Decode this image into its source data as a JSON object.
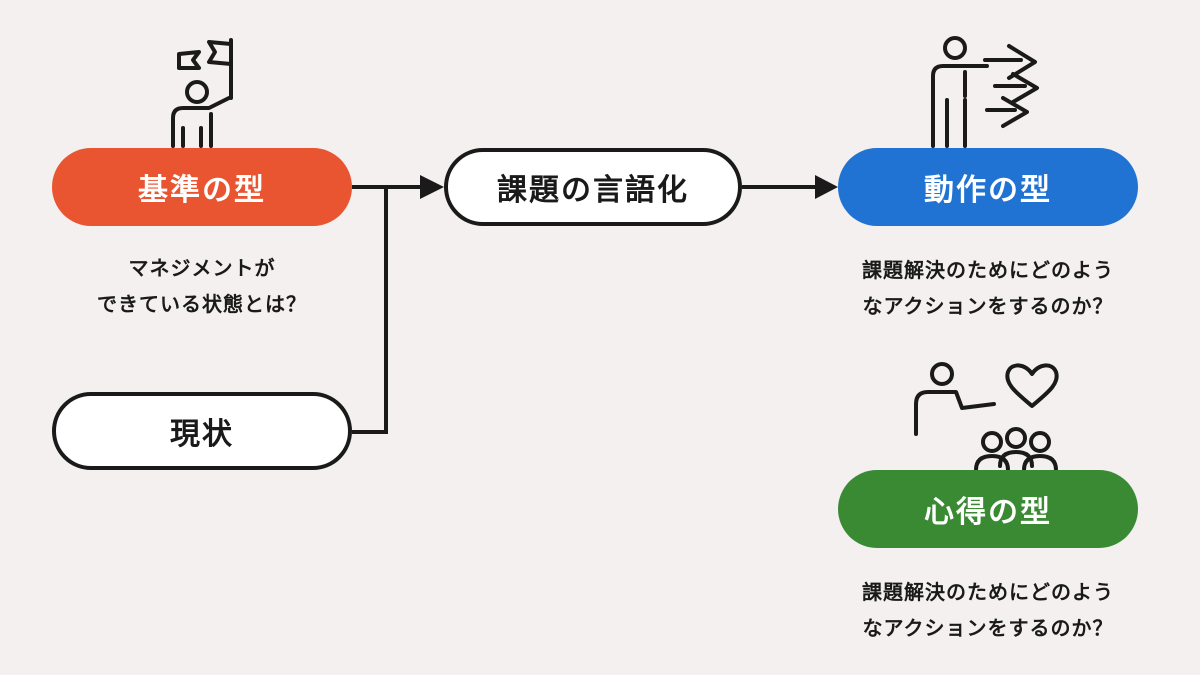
{
  "nodes": {
    "kijun": {
      "label": "基準の型",
      "color": "#e85530"
    },
    "kadai": {
      "label": "課題の言語化"
    },
    "dosa": {
      "label": "動作の型",
      "color": "#2173d3"
    },
    "genjo": {
      "label": "現状"
    },
    "kokoroe": {
      "label": "心得の型",
      "color": "#3a8a33"
    }
  },
  "captions": {
    "kijun": [
      "マネジメントが",
      "できている状態とは？"
    ],
    "dosa": [
      "課題解決のためにどのよう",
      "なアクションをするのか？"
    ],
    "kokoroe": [
      "課題解決のためにどのよう",
      "なアクションをするのか？"
    ]
  },
  "icons": {
    "kijun": "person-with-flag-icon",
    "dosa": "person-pointing-arrows-icon",
    "kokoroe": "person-group-heart-icon"
  }
}
